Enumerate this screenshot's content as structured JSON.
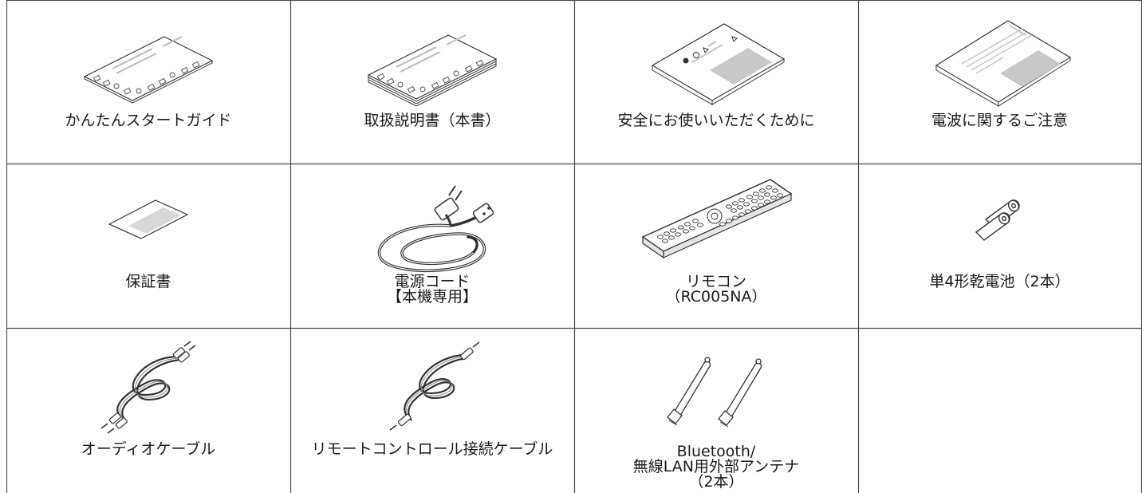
{
  "items": [
    {
      "label": "かんたんスタートガイド",
      "icon": "quick-start-guide-icon"
    },
    {
      "label": "取扱説明書（本書）",
      "icon": "owners-manual-icon"
    },
    {
      "label": "安全にお使いいただくために",
      "icon": "safety-instructions-icon"
    },
    {
      "label": "電波に関するご注意",
      "icon": "radio-wave-notice-icon"
    },
    {
      "label": "保証書",
      "icon": "warranty-card-icon"
    },
    {
      "label": "電源コード\n【本機専用】",
      "icon": "power-cord-icon"
    },
    {
      "label": "リモコン\n（RC005NA）",
      "icon": "remote-control-icon"
    },
    {
      "label": "単4形乾電池（2本）",
      "icon": "aaa-batteries-icon"
    },
    {
      "label": "オーディオケーブル",
      "icon": "audio-cable-icon"
    },
    {
      "label": "リモートコントロール接続ケーブル",
      "icon": "remote-connection-cable-icon"
    },
    {
      "label": "Bluetooth/\n無線LAN用外部アンテナ\n（2本）",
      "icon": "external-antenna-icon"
    },
    {
      "label": "",
      "icon": ""
    }
  ],
  "colors": {
    "border": "#4a4a4a",
    "line_art": "#333333",
    "gray_fill": "#c8c8c8"
  }
}
